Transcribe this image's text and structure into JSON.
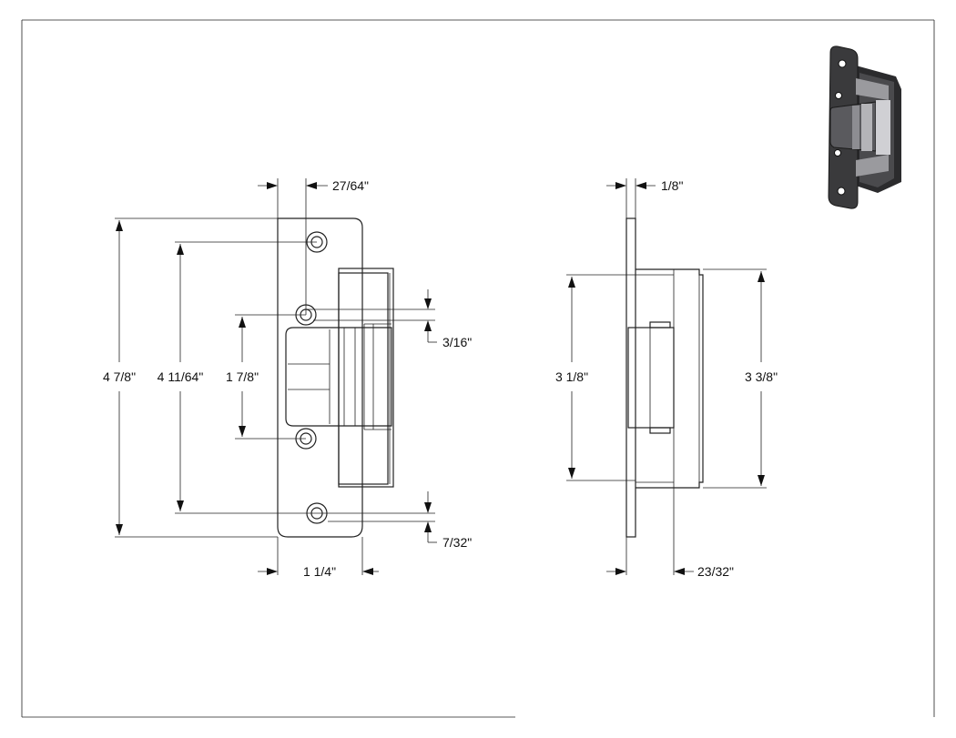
{
  "front_view": {
    "overall_height": "4 7/8\"",
    "hole_spacing": "4 11/64\"",
    "keeper_height": "1 7/8\"",
    "edge_offset": "27/64\"",
    "hole_offset_top": "3/16\"",
    "hole_offset_bottom": "7/32\"",
    "faceplate_width": "1 1/4\""
  },
  "side_view": {
    "faceplate_thickness": "1/8\"",
    "body_height": "3 1/8\"",
    "overall_body_height": "3 3/8\"",
    "body_depth": "23/32\""
  },
  "colors": {
    "line": "#222222",
    "product": "#3a3a3c"
  }
}
